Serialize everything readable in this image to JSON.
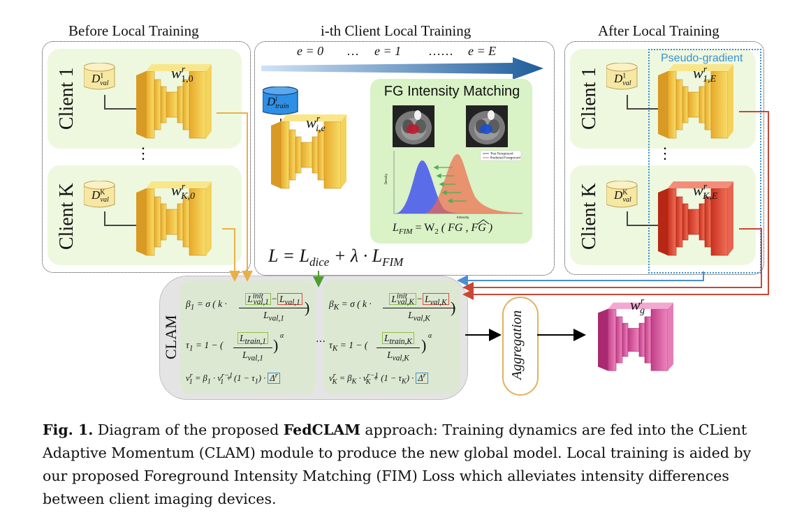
{
  "sections": {
    "before": "Before Local Training",
    "local": "i-th Client Local Training",
    "after": "After Local Training"
  },
  "before": {
    "client1": "Client 1",
    "clientK": "Client K",
    "dval1": "D",
    "dval1_sup": "1",
    "dval1_sub": "val",
    "dvalK": "D",
    "dvalK_sup": "K",
    "dvalK_sub": "val",
    "w1": "w",
    "w1_sup": "r",
    "w1_sub": "1,0",
    "wK": "w",
    "wK_sup": "r",
    "wK_sub": "K,0",
    "dots": "⋮"
  },
  "local": {
    "epochs": [
      "e = 0",
      "…",
      "e = 1",
      "……",
      "e = E"
    ],
    "dtrain": "D",
    "dtrain_sup": "i",
    "dtrain_sub": "train",
    "wi": "w",
    "wi_sup": "r",
    "wi_sub": "i,e",
    "fg_title": "FG Intensity Matching",
    "legend_true": "True Foreground",
    "legend_pred": "Predicted Foreground",
    "axis_y": "Density",
    "axis_x": "Intensity",
    "fim_formula": "L",
    "fim_sub": "FIM",
    "fim_rhs": "= W",
    "fim_rhs_sub": "2",
    "fim_args": "( FG , FG )",
    "loss_formula": "L = L",
    "loss_sub1": "dice",
    "loss_mid": " + λ · L",
    "loss_sub2": "FIM"
  },
  "after": {
    "client1": "Client 1",
    "clientK": "Client K",
    "pseudo": "Pseudo-gradient",
    "dval1": "D",
    "dval1_sup": "1",
    "dval1_sub": "val",
    "dvalK": "D",
    "dvalK_sup": "K",
    "dvalK_sub": "val",
    "w1": "w",
    "w1_sup": "r",
    "w1_sub": "1,E",
    "wK": "w",
    "wK_sup": "r",
    "wK_sub": "K,E",
    "dots": "⋮"
  },
  "clam": {
    "label": "CLAM",
    "ellipsis": "…",
    "client1": {
      "beta": "β",
      "beta_sub": "1",
      "tau": "τ",
      "tau_sub": "1",
      "v": "v",
      "v_sub": "1",
      "l_init": "L",
      "l_init_sup": "init",
      "l_init_sub": "val,1",
      "l_val": "L",
      "l_val_sub": "val,1",
      "l_train": "L",
      "l_train_sub": "train,1",
      "beta_prefix": "= σ ( k ·",
      "tau_prefix": "= 1 − (",
      "alpha": "α",
      "v_rhs_a": "= β",
      "v_rhs_b": " · v",
      "v_rhs_c": " + (1 − τ",
      "v_rhs_d": ") ·",
      "delta": "Δ",
      "delta_sup": "r",
      "r": "r",
      "rm1": "r−1"
    },
    "clientK": {
      "beta": "β",
      "beta_sub": "K",
      "tau": "τ",
      "tau_sub": "K",
      "v": "v",
      "v_sub": "K",
      "l_init": "L",
      "l_init_sup": "init",
      "l_init_sub": "val,K",
      "l_val": "L",
      "l_val_sub": "val,K",
      "l_train": "L",
      "l_train_sub": "train,K",
      "beta_prefix": "= σ ( k ·",
      "tau_prefix": "= 1 − (",
      "alpha": "α",
      "v_rhs_a": "= β",
      "v_rhs_b": " · v",
      "v_rhs_c": " + (1 − τ",
      "v_rhs_d": ") ·",
      "delta": "Δ",
      "delta_sup": "r",
      "r": "r",
      "rm1": "r−1"
    }
  },
  "aggregation": "Aggregation",
  "global": {
    "w": "w",
    "w_sup": "r",
    "w_sub": "g"
  },
  "caption": {
    "fig": "Fig. 1.",
    "text1": " Diagram of the proposed ",
    "name": "FedCLAM",
    "text2": " approach: Training dynamics are fed into the CLient Adaptive Momentum (CLAM) module to produce the new global model. Local training is aided by our proposed Foreground Intensity Matching (FIM) Loss which alleviates intensity differences between client imaging devices."
  },
  "colors": {
    "yellow_model": "#f2c63b",
    "red_model": "#e0432f",
    "pink_model": "#d9579b",
    "blue_db": "#2e8fe6",
    "panel_green": "#eef8df",
    "fg_green": "#d9f2c6",
    "arrow_blue": "#4a8fd6",
    "arrow_red": "#c94634",
    "arrow_orange": "#e8b04a",
    "arrow_green": "#4f9d2f",
    "curve_true": "#4455ee",
    "curve_pred": "#ee6a4a"
  }
}
